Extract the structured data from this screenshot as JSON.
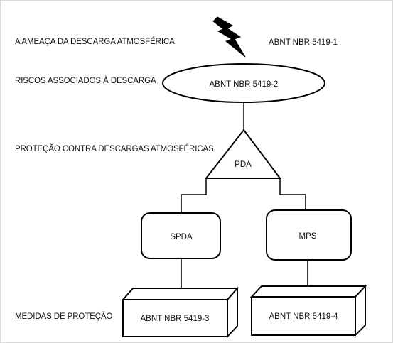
{
  "labels": {
    "threat": "A AMEAÇA DA DESCARGA ATMOSFÉRICA",
    "risks": "RISCOS ASSOCIADOS À DESCARGA",
    "protection": "PROTEÇÃO CONTRA DESCARGAS ATMOSFÉRICAS",
    "measures": "MEDIDAS DE PROTEÇÃO"
  },
  "nodes": {
    "nbr1": "ABNT NBR 5419-1",
    "nbr2": "ABNT NBR 5419-2",
    "pda": "PDA",
    "spda": "SPDA",
    "mps": "MPS",
    "nbr3": "ABNT NBR 5419-3",
    "nbr4": "ABNT NBR 5419-4"
  },
  "icons": {
    "lightning": "lightning-bolt-icon"
  },
  "colors": {
    "stroke": "#000000",
    "fill": "#ffffff",
    "text": "#111111"
  }
}
